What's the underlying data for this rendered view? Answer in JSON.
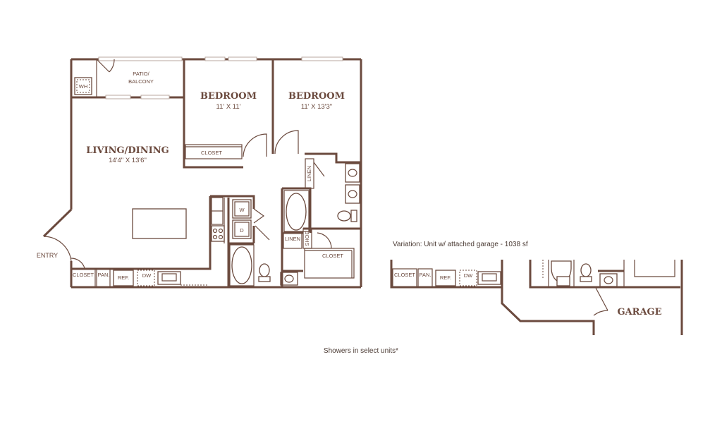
{
  "labels": {
    "patio": "PATIO/",
    "balcony": "BALCONY",
    "wh": "WH",
    "bedroom1": "BEDROOM",
    "bedroom1_dim": "11' X 11'",
    "bedroom2": "BEDROOM",
    "bedroom2_dim": "11' X 13'3\"",
    "living": "LIVING/DINING",
    "living_dim": "14'4\" X 13'6\"",
    "closet_bed1": "CLOSET",
    "linen_top": "LINEN",
    "washer": "W",
    "dryer": "D",
    "linen_bottom": "LINEN",
    "shoe": "SHOE",
    "closet_master": "CLOSET",
    "entry": "ENTRY",
    "closet_entry": "CLOSET",
    "pantry": "PAN.",
    "ref": "REF.",
    "dw": "DW",
    "garage": "GARAGE",
    "var_closet": "CLOSET",
    "var_pantry": "PAN.",
    "var_ref": "REF.",
    "var_dw": "DW"
  },
  "variation_note": "Variation: Unit w/ attached garage - 1038 sf",
  "footnote": "Showers in select units*",
  "colors": {
    "wall": "#6b4a3e",
    "window": "#b9a79f",
    "text": "#6b4a3e"
  }
}
